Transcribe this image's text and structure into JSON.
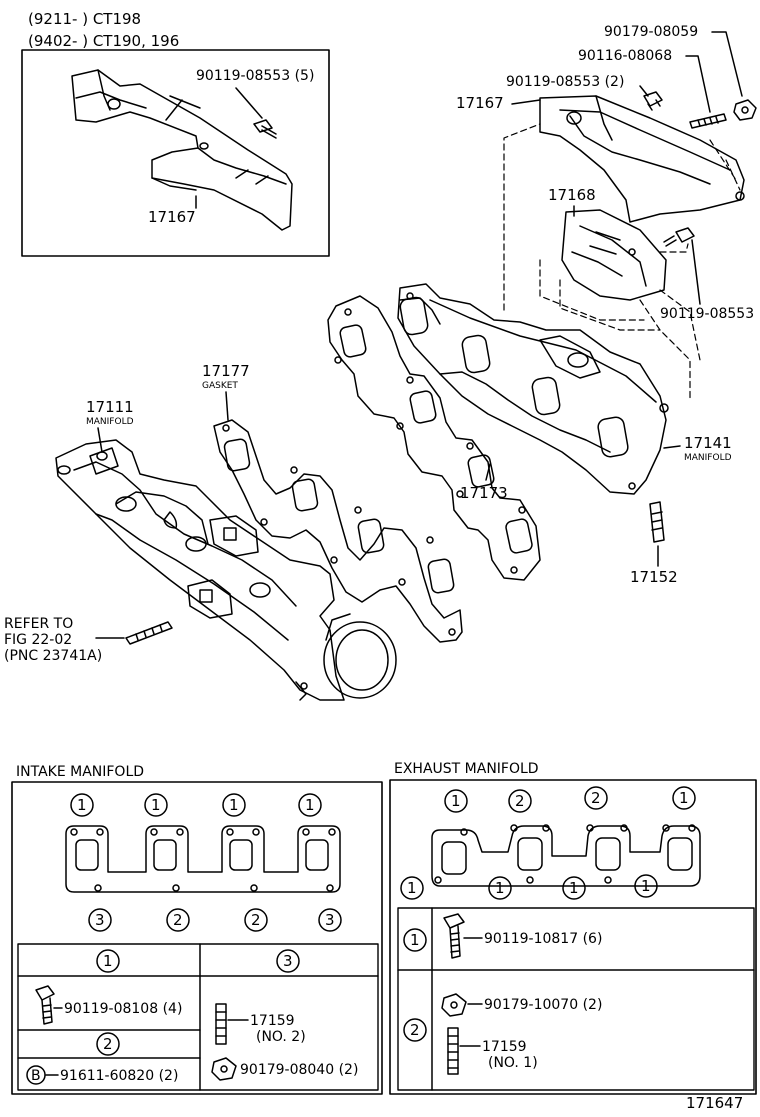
{
  "header": {
    "line1": "(9211-        ) CT198",
    "line2": "(9402-        ) CT190, 196"
  },
  "inset": {
    "bolt_label": "90119-08553 (5)",
    "cover_label": "17167"
  },
  "exhaust_parts": {
    "nut_label": "90179-08059",
    "stud_label": "90116-08068",
    "bolt_label": "90119-08553 (2)",
    "cover_label": "17167",
    "lower_cover_label": "17168",
    "lower_bolt_label": "90119-08553",
    "manifold_label": "17141",
    "manifold_sub": "MANIFOLD",
    "gasket_label": "17173",
    "stud_label2": "17152"
  },
  "intake_parts": {
    "gasket_label": "17177",
    "gasket_sub": "GASKET",
    "manifold_label": "17111",
    "manifold_sub": "MANIFOLD",
    "refer_line1": "REFER TO",
    "refer_line2": "FIG 22-02",
    "refer_line3": "(PNC 23741A)"
  },
  "intake_table": {
    "title": "INTAKE MANIFOLD",
    "top_marks": [
      "1",
      "1",
      "1",
      "1"
    ],
    "bottom_marks": [
      "3",
      "2",
      "2",
      "3"
    ],
    "col1_head": "1",
    "col3_head": "3",
    "col2_head": "2",
    "bolt1": "90119-08108 (4)",
    "stud3_a": "17159",
    "stud3_b": "(NO. 2)",
    "nut3": "90179-08040 (2)",
    "b_mark": "B",
    "bolt2": "91611-60820 (2)"
  },
  "exhaust_table": {
    "title": "EXHAUST MANIFOLD",
    "top_marks": [
      "1",
      "2",
      "2",
      "1"
    ],
    "bottom_marks": [
      "1",
      "1",
      "1",
      "1"
    ],
    "row1_mark": "1",
    "row1_bolt": "90119-10817 (6)",
    "row2_mark": "2",
    "row2_nut": "90179-10070 (2)",
    "row2_stud_a": "17159",
    "row2_stud_b": "(NO. 1)"
  },
  "footer": {
    "figure_number": "171647"
  }
}
